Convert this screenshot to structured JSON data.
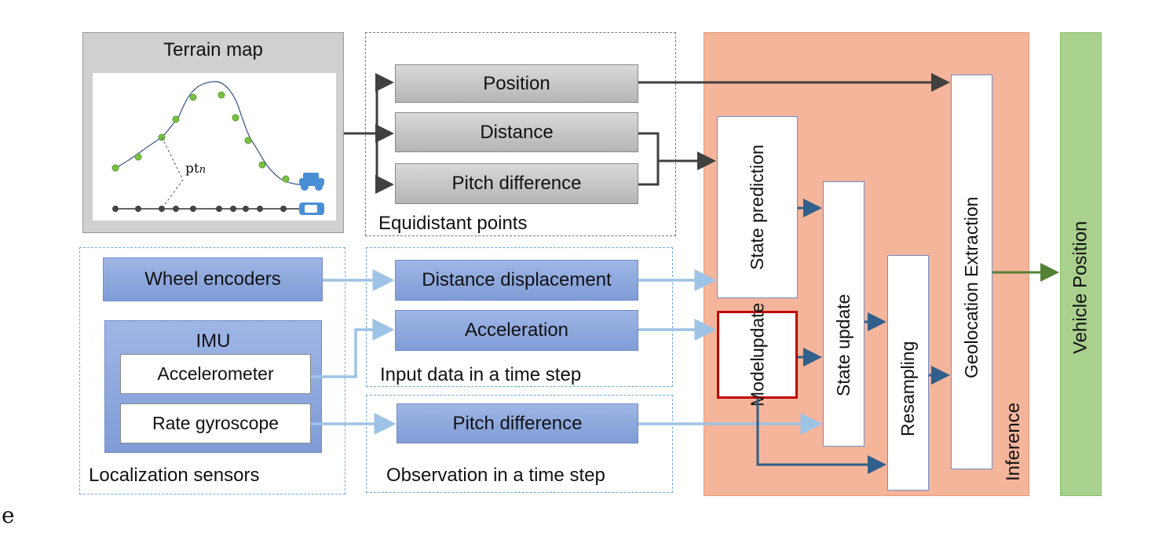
{
  "terrain_map": {
    "title": "Terrain map",
    "point_label": "pt",
    "point_subscript": "n"
  },
  "equidistant": {
    "label": "Equidistant points",
    "items": [
      "Position",
      "Distance",
      "Pitch difference"
    ]
  },
  "sensors": {
    "label": "Localization sensors",
    "wheel": "Wheel encoders",
    "imu": "IMU",
    "accelerometer": "Accelerometer",
    "gyro": "Rate gyroscope"
  },
  "input_data": {
    "label": "Input data in a time step",
    "items": [
      "Distance displacement",
      "Acceleration"
    ]
  },
  "observation": {
    "label": "Observation in a time step",
    "item": "Pitch difference"
  },
  "inference": {
    "label": "Inference",
    "state_prediction": "State prediction",
    "model_update_1": "Model",
    "model_update_2": "update",
    "state_update": "State update",
    "resampling": "Resampling",
    "geolocation": "Geolocation Extraction"
  },
  "output": {
    "label": "Vehicle Position"
  },
  "stray_text": "e",
  "colors": {
    "inference_bg": "#f5b59b",
    "output_bg": "#a9d18e",
    "sensor_blue": "#8ea9db",
    "dark_arrow": "#404040",
    "light_arrow": "#9dc3e6",
    "inference_arrow": "#2f5f8a",
    "model_border": "#c00000"
  }
}
